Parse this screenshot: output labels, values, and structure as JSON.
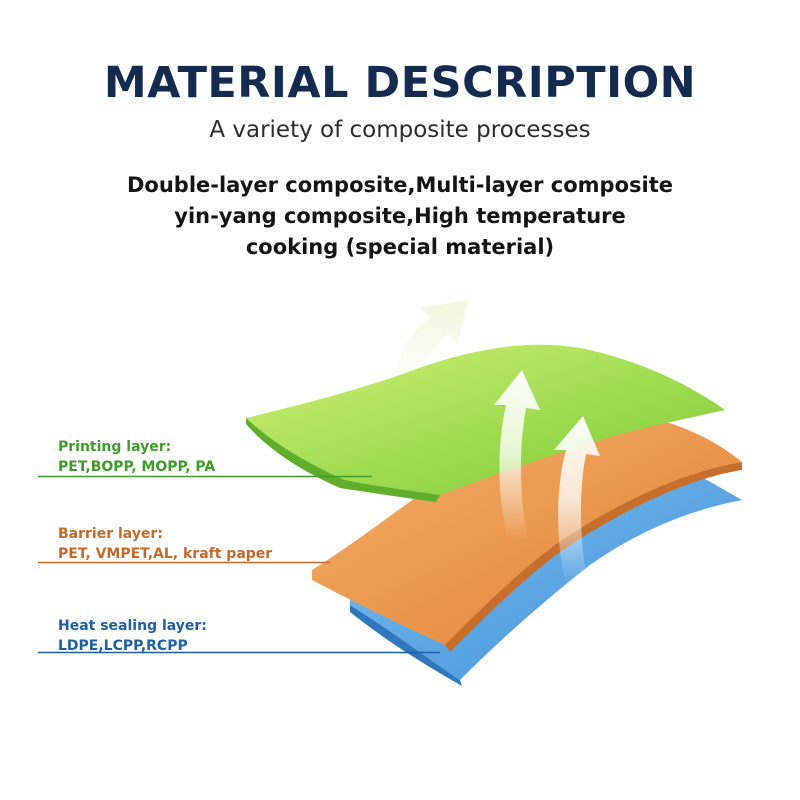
{
  "header": {
    "title": "MATERIAL DESCRIPTION",
    "subtitle": "A variety of composite processes",
    "description_lines": [
      "Double-layer composite,Multi-layer composite",
      "yin-yang composite,High temperature",
      "cooking (special material)"
    ]
  },
  "layers": [
    {
      "name": "Printing layer:",
      "materials": "PET,BOPP, MOPP, PA",
      "color": "#8fd14a"
    },
    {
      "name": "Barrier layer:",
      "materials": "PET, VMPET,AL, kraft paper",
      "color": "#e8944a"
    },
    {
      "name": "Heat sealing layer:",
      "materials": "LDPE,LCPP,RCPP",
      "color": "#4a9be0"
    }
  ],
  "colors": {
    "title": "#142b4f",
    "printing_label": "#3f9b2a",
    "barrier_label": "#c26a2a",
    "sealing_label": "#1f5fa6"
  },
  "icons": [
    "breathable-arrow-icon"
  ]
}
